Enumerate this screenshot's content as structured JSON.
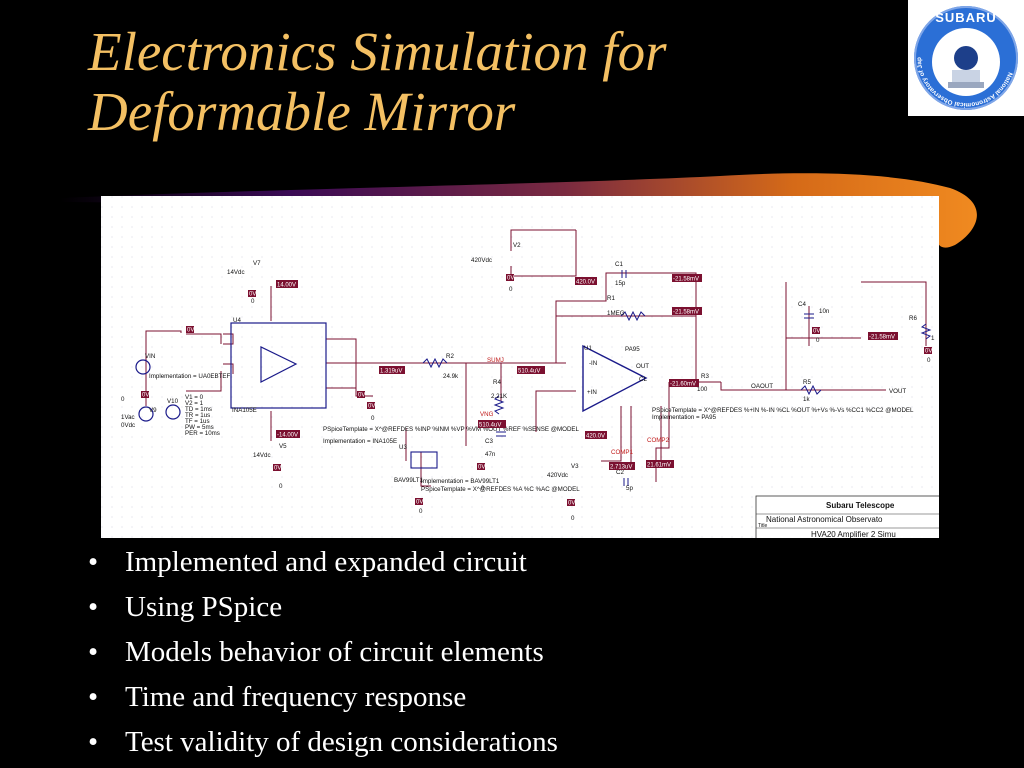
{
  "slide": {
    "title_line1": "Electronics Simulation for",
    "title_line2": "Deformable Mirror",
    "bullets": [
      "Implemented and expanded circuit",
      "Using PSpice",
      "Models behavior of circuit elements",
      "Time and frequency response",
      "Test validity of design considerations"
    ],
    "bullet_symbol": "•"
  },
  "logo": {
    "top_text": "SUBARU",
    "ring_text": "National Astronomical Observatory of Japan",
    "colors": {
      "ring": "#2b6fd6",
      "inner": "#ffffff",
      "text": "#ffffff"
    }
  },
  "schematic": {
    "titleblock": {
      "line1": "Subaru Telescope",
      "line2": "National Astronomical Observato",
      "label": "Title",
      "line3": "HVA20 Amplifier 2 Simu"
    },
    "labels": {
      "u4": "U4",
      "u4_model": "INA105E",
      "u1": "U1",
      "u1_model": "PA95",
      "v7": "V7",
      "v7_val": "14Vdc",
      "v5": "V5",
      "v5_val": "14Vdc",
      "v2": "V2",
      "v2_val": "420Vdc",
      "v3": "V3",
      "v3_val": "420Vdc",
      "v9": "V9",
      "v9_val1": "1Vac",
      "v9_val2": "0Vdc",
      "v10": "V10",
      "v10_params": [
        "V1 = 0",
        "V2 = 1",
        "TD = 1ms",
        "TR = 1us",
        "TF = 1us",
        "PW = 5ms",
        "PER = 10ms"
      ],
      "vin": "VIN",
      "vout": "VOUT",
      "oaout": "OAOUT",
      "sumj": "SUMJ",
      "vng": "VNG",
      "r2": "R2",
      "r2_val": "24.9k",
      "r4": "R4",
      "r4_val": "2.21K",
      "r1": "R1",
      "r1_val": "1MEG",
      "r3": "R3",
      "r3_val": "100",
      "r5": "R5",
      "r5_val": "1k",
      "r6": "R6",
      "r6_val": "1",
      "c1": "C1",
      "c1_val": "15p",
      "c3": "C3",
      "c3_val": "47n",
      "c4": "C4",
      "c4_val": "10n",
      "c2": "C2",
      "c2_val": "5p",
      "u3": "U3",
      "u3_model": "BAV99LT1",
      "comp1": "COMP1",
      "comp2": "COMP2",
      "impl_ina": "Implementation = INA105E",
      "impl_pa95": "Implementation = PA95",
      "impl_bav": "Implementation = BAV99LT1",
      "impl_ua": "Implementation = UA0EBTEF",
      "tpl_ina": "PSpiceTemplate = X^@REFDES %INP %INM %VP %VM %OUT %REF %SENSE @MODEL",
      "tpl_pa95": "PSpiceTemplate = X^@REFDES %+IN %-IN %CL %OUT %+Vs %-Vs %CC1 %CC2 @MODEL",
      "tpl_bav": "PSpiceTemplate = X^@REFDES %A %C %AC @MODEL",
      "pin_in_minus": "-IN",
      "pin_in_plus": "+IN",
      "pin_out": "OUT",
      "pin_cl": "CL",
      "gnd": "0"
    },
    "probes": {
      "v14a": "14.00V",
      "vneg14": "-14.00V",
      "v1319": "1.319uV",
      "v510a": "510.4uV",
      "v510b": "510.4uV",
      "v420": "420.0V",
      "v420b": "420.0V",
      "vneg2158a": "-21.58mV",
      "vneg2158b": "-21.58mV",
      "vneg2160": "-21.60mV",
      "vneg2158c": "-21.58mV",
      "v2713": "2.713uV",
      "v2161": "21.61mV",
      "v0": "0V"
    }
  }
}
